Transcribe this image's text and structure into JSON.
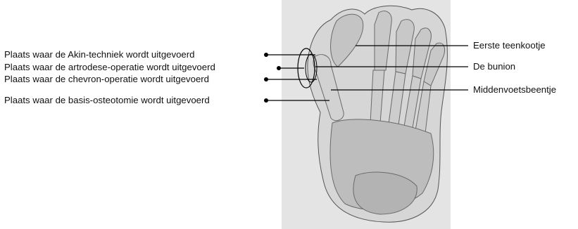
{
  "left_labels": {
    "akin": "Plaats waar de Akin-techniek wordt uitgevoerd",
    "artrodese": "Plaats waar de artrodese-operatie wordt uitgevoerd",
    "chevron": "Plaats waar de chevron-operatie wordt uitgevoerd",
    "basis": "Plaats waar de basis-osteotomie wordt uitgevoerd"
  },
  "right_labels": {
    "teenkootje": "Eerste teenkootje",
    "bunion": "De bunion",
    "middenvoet": "Middenvoetsbeentje"
  },
  "colors": {
    "paper": "#e3e3e3",
    "bone": "#c9c9c9",
    "bone_dark": "#8d8d8d",
    "line": "#000000"
  }
}
